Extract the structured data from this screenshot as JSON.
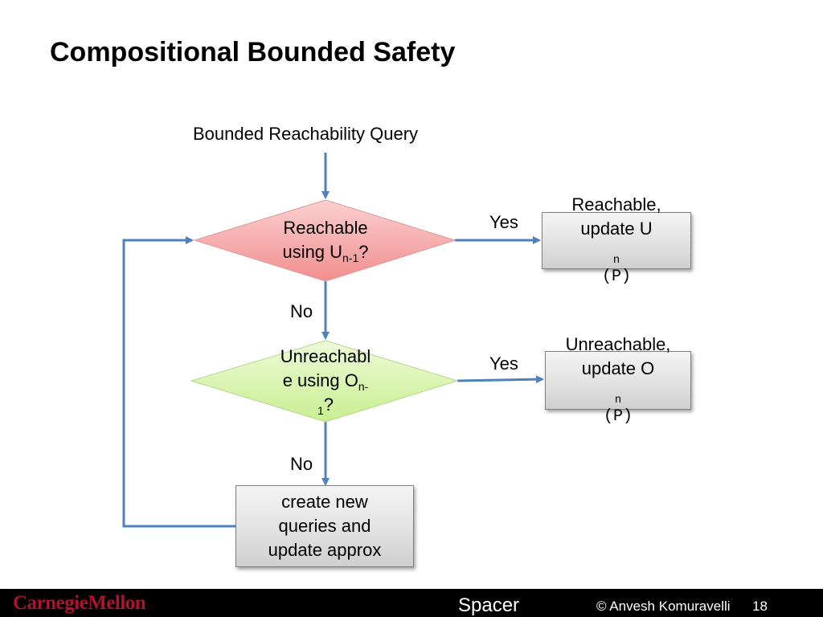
{
  "slide": {
    "title": "Compositional Bounded Safety",
    "page_number": "18"
  },
  "diagram": {
    "start_label": "Bounded Reachability Query",
    "decision1": {
      "line1": "Reachable",
      "line2_prefix": "using U",
      "line2_sub": "n-1",
      "line2_suffix": "?"
    },
    "decision2": {
      "line1": "Unreachabl",
      "line2_prefix": "e using O",
      "line2_sub": "n-",
      "line3_sub": "1",
      "line3_suffix": "?"
    },
    "result1": {
      "line1": "Reachable,",
      "line2_prefix": "update U",
      "line2_sub": "n",
      "line2_code": "(P)"
    },
    "result2": {
      "line1": "Unreachable,",
      "line2_prefix": "update O",
      "line2_sub": "n",
      "line2_code": "(P)"
    },
    "process": {
      "line1": "create new",
      "line2": "queries and",
      "line3": "update approx"
    },
    "edge_labels": {
      "yes1": "Yes",
      "yes2": "Yes",
      "no1": "No",
      "no2": "No"
    },
    "colors": {
      "decision1_fill": "#f4a0a0",
      "decision2_fill": "#d8f5a8",
      "arrow": "#4f81bd"
    }
  },
  "footer": {
    "logo": "CarnegieMellon",
    "center_text": "Spacer",
    "author": "© Anvesh Komuravelli"
  }
}
